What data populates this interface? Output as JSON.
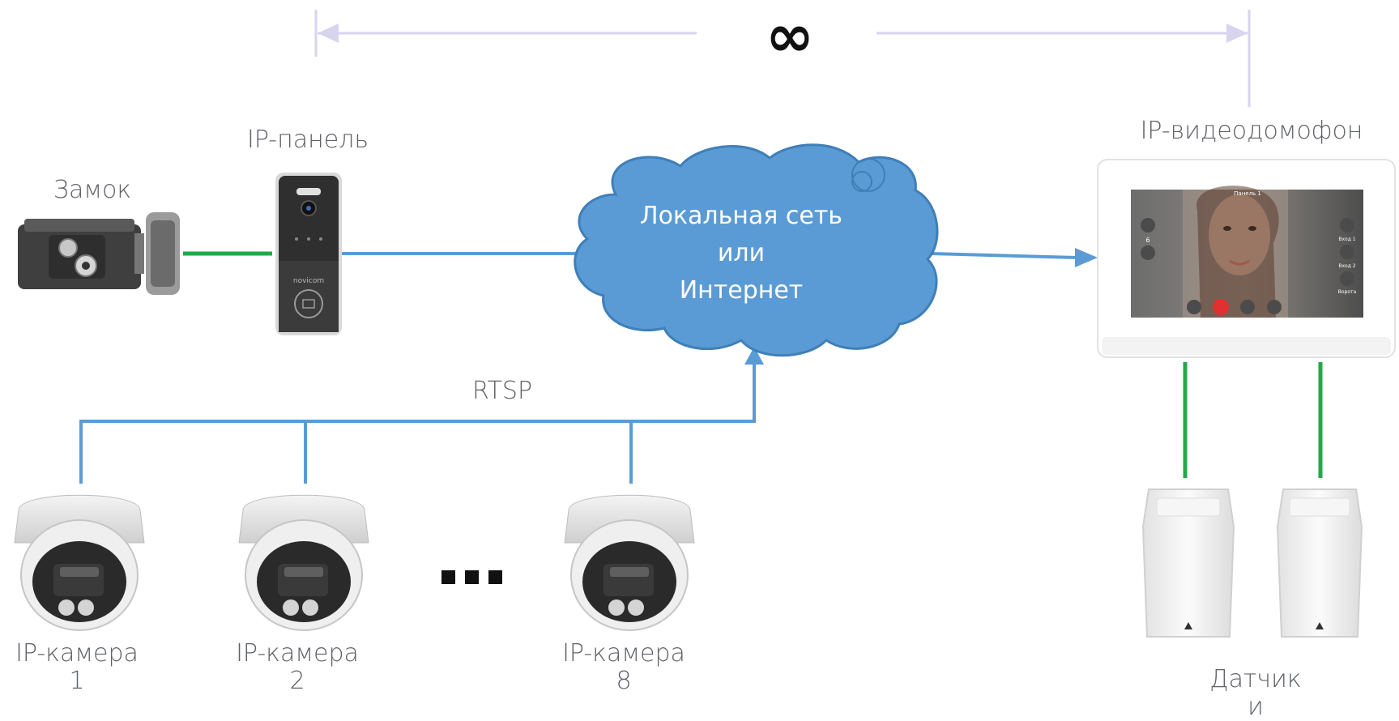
{
  "distance_symbol": "∞",
  "cloud": {
    "line1": "Локальная сеть",
    "line2": "или",
    "line3": "Интернет"
  },
  "protocol_label": "RTSP",
  "devices": {
    "lock": "Замок",
    "panel": "IP-панель",
    "monitor": "IP-видеодомофон",
    "panel_brand": "novicom",
    "cameras": [
      {
        "label": "IP-камера",
        "number": "1"
      },
      {
        "label": "IP-камера",
        "number": "2"
      },
      {
        "label": "IP-камера",
        "number": "8"
      }
    ],
    "sensors": {
      "line1": "Датчик",
      "line2": "и"
    }
  },
  "monitor_screen": {
    "title": "Панель 1",
    "volume_value": "6",
    "right_labels": [
      "Вход 1",
      "Вход 2",
      "Ворота"
    ]
  },
  "colors": {
    "network_line": "#5b9bd5",
    "wire": "#1faa4a",
    "dimension": "#d7d4ee",
    "cloud_fill": "#5b9bd5"
  }
}
